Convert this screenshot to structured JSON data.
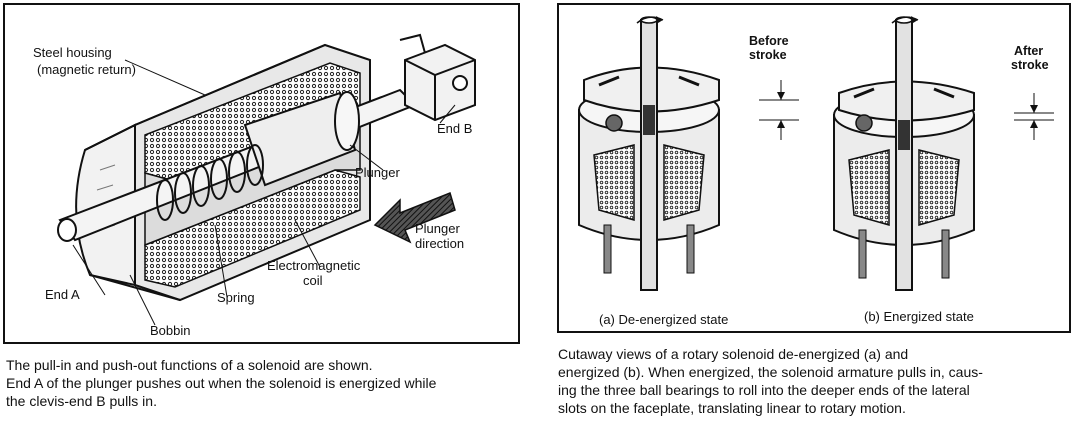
{
  "left_figure": {
    "labels": {
      "steel_housing": [
        "Steel housing",
        "(magnetic return)"
      ],
      "end_b": "End B",
      "plunger": "Plunger",
      "plunger_direction": [
        "Plunger",
        "direction"
      ],
      "electromagnetic_coil": [
        "Electromagnetic",
        "coil"
      ],
      "spring": "Spring",
      "end_a": "End A",
      "bobbin": "Bobbin"
    },
    "caption": [
      "The pull-in and push-out functions of a solenoid are shown.",
      "End A of the plunger pushes out when the solenoid is energized while",
      "the clevis-end B pulls in."
    ]
  },
  "right_figure": {
    "labels": {
      "before_stroke": [
        "Before",
        "stroke"
      ],
      "after_stroke": [
        "After",
        "stroke"
      ],
      "state_a": "(a) De-energized state",
      "state_b": "(b) Energized state"
    },
    "caption": [
      "Cutaway views of a rotary solenoid de-energized (a) and",
      "energized (b). When energized, the solenoid armature pulls in, caus-",
      "ing the three ball bearings to roll into the deeper ends of the lateral",
      "slots on the faceplate, translating linear to rotary motion."
    ]
  }
}
